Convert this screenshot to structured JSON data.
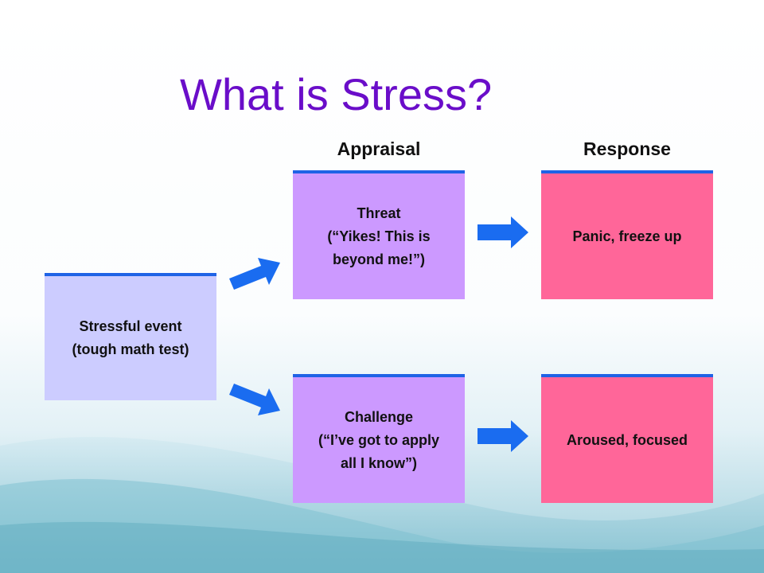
{
  "title": "What is Stress?",
  "headers": {
    "appraisal": "Appraisal",
    "response": "Response"
  },
  "event": {
    "text": "Stressful event\n(tough math test)"
  },
  "threat": {
    "text": "Threat\n(“Yikes! This is\nbeyond me!”)"
  },
  "challenge": {
    "text": "Challenge\n(“I’ve got to apply\nall I know”)"
  },
  "panic": {
    "text": "Panic, freeze up"
  },
  "aroused": {
    "text": "Aroused, focused"
  },
  "colors": {
    "title": "#6a0dc9",
    "event_box": "#ccccff",
    "appraisal_box": "#cc99ff",
    "response_box": "#ff6699",
    "arrow": "#1a6cf0",
    "box_border": "#1f63e6"
  }
}
